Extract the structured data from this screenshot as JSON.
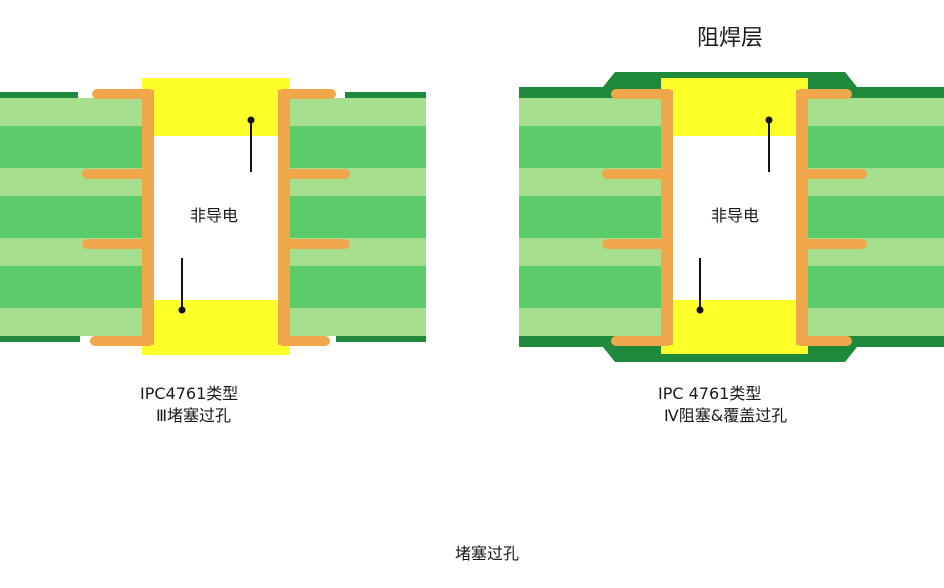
{
  "diagram_title": "阻焊层",
  "left_via": {
    "inner_label": "非导电",
    "caption_line1": "IPC4761类型",
    "caption_line2": "Ⅲ堵塞过孔"
  },
  "right_via": {
    "inner_label": "非导电",
    "caption_line1": "IPC 4761类型",
    "caption_line2": "Ⅳ阻塞&覆盖过孔"
  },
  "footer_caption": "堵塞过孔",
  "colors": {
    "dark_green": "#1f8a3c",
    "green": "#5ccc6a",
    "light_green": "#a6df8e",
    "copper": "#f0a64a",
    "plug_yellow": "#ffff2a"
  }
}
